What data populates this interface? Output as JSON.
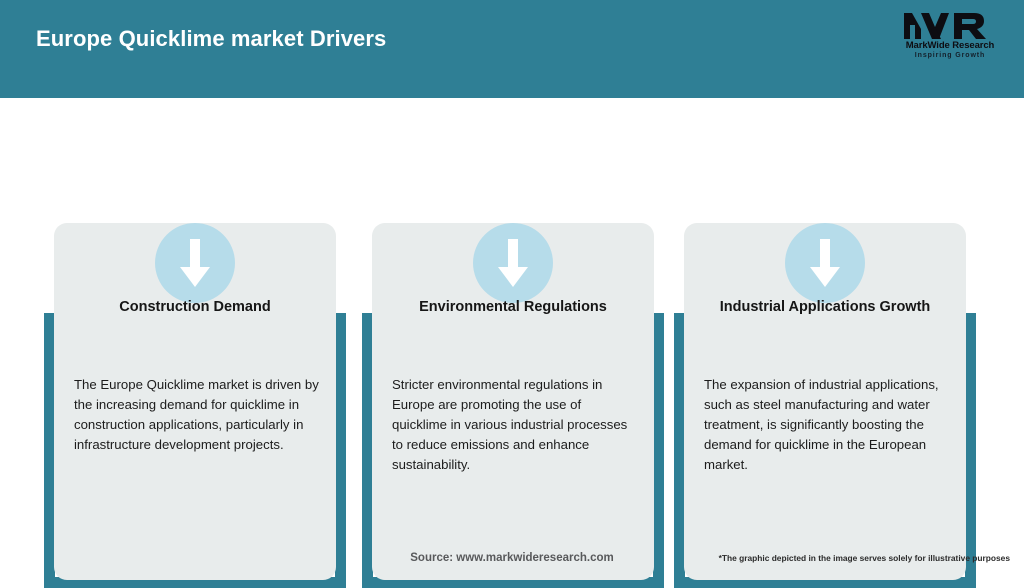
{
  "header": {
    "title": "Europe Quicklime market Drivers",
    "background_color": "#2f7f95",
    "title_color": "#ffffff"
  },
  "logo": {
    "monogram": "MWR",
    "name": "MarkWide Research",
    "tagline": "Inspiring Growth",
    "color": "#0d0d12"
  },
  "theme": {
    "accent_teal": "#2f7f95",
    "card_background": "#e8ecec",
    "icon_circle": "#b6dcea",
    "icon_arrow": "#ffffff",
    "page_background": "#ffffff"
  },
  "cards": [
    {
      "icon": "down-arrow-icon",
      "title": "Construction Demand",
      "body": "The Europe Quicklime market is driven by the increasing demand for quicklime in construction applications, particularly in infrastructure development projects."
    },
    {
      "icon": "down-arrow-icon",
      "title": "Environmental Regulations",
      "body": "Stricter environmental regulations in Europe are promoting the use of quicklime in various industrial processes to reduce emissions and enhance sustainability."
    },
    {
      "icon": "down-arrow-icon",
      "title": "Industrial Applications Growth",
      "body": "The expansion of industrial applications, such as steel manufacturing and water treatment, is significantly boosting the demand for quicklime in the European market."
    }
  ],
  "footer": {
    "source": "Source: www.markwideresearch.com",
    "disclaimer": "*The graphic depicted in the image serves solely for illustrative purposes"
  }
}
